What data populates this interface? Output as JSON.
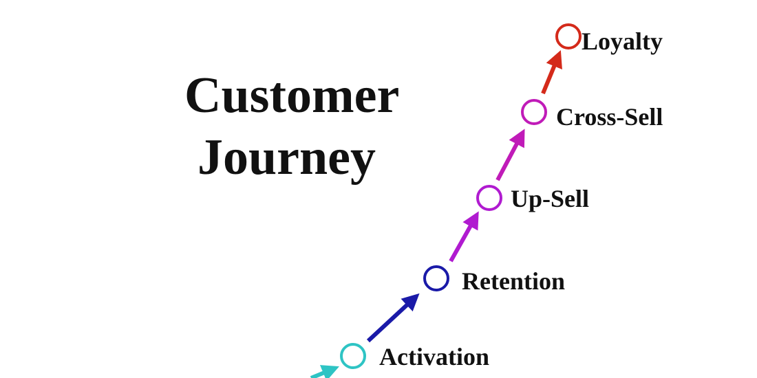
{
  "title": {
    "line1": "Customer",
    "line2": "Journey"
  },
  "stages": [
    {
      "label": "Activation",
      "color": "#2ec4c4"
    },
    {
      "label": "Retention",
      "color": "#1a1aa8"
    },
    {
      "label": "Up-Sell",
      "color": "#b01bd0"
    },
    {
      "label": "Cross-Sell",
      "color": "#c01bb8"
    },
    {
      "label": "Loyalty",
      "color": "#d42a1a"
    }
  ],
  "colors": {
    "background": "#ffffff",
    "text": "#111111"
  }
}
